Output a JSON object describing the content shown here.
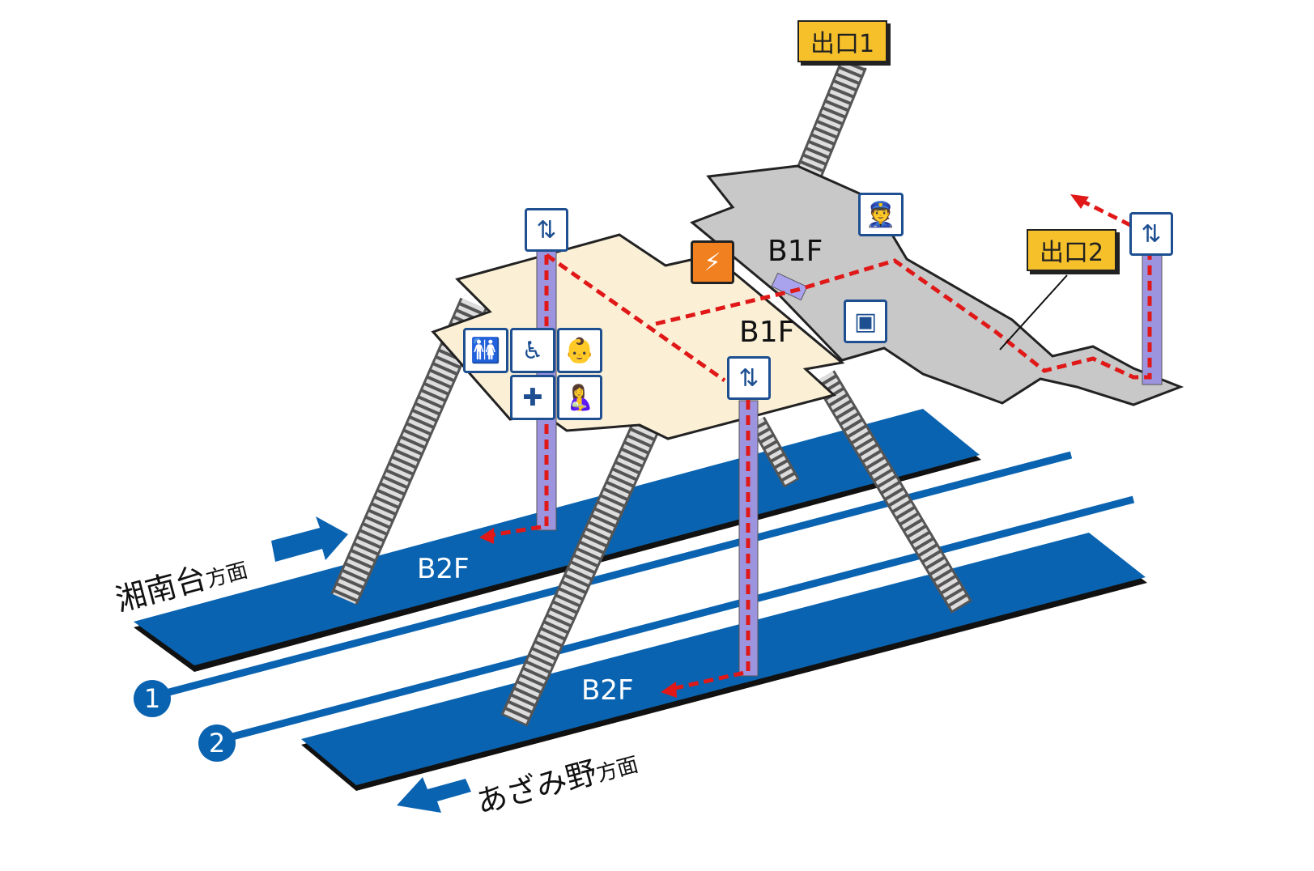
{
  "exits": [
    {
      "label": "出口1"
    },
    {
      "label": "出口2"
    }
  ],
  "floors": {
    "b1f_upper": "B1F",
    "b1f_lower": "B1F",
    "b2f_platform1": "B2F",
    "b2f_platform2": "B2F"
  },
  "tracks": [
    {
      "number": "1"
    },
    {
      "number": "2"
    }
  ],
  "directions": {
    "shonandai": {
      "name": "湘南台",
      "suffix": "方面"
    },
    "azamino": {
      "name": "あざみ野",
      "suffix": "方面"
    }
  },
  "icons": {
    "elevator": "⇅",
    "aed": "⚡",
    "station_staff": "👮",
    "locker": "▣",
    "restroom": "🚻",
    "accessible": "♿",
    "baby": "👶",
    "first_aid": "✚",
    "nursing": "🤱"
  },
  "colors": {
    "platform": "#0a63b0",
    "b1f_floor": "#fbf0d6",
    "concourse": "#c8c8c8",
    "elevator_shaft": "#9d94e0",
    "route": "#e01818",
    "exit_sign": "#f5c02a",
    "aed": "#f08020"
  }
}
